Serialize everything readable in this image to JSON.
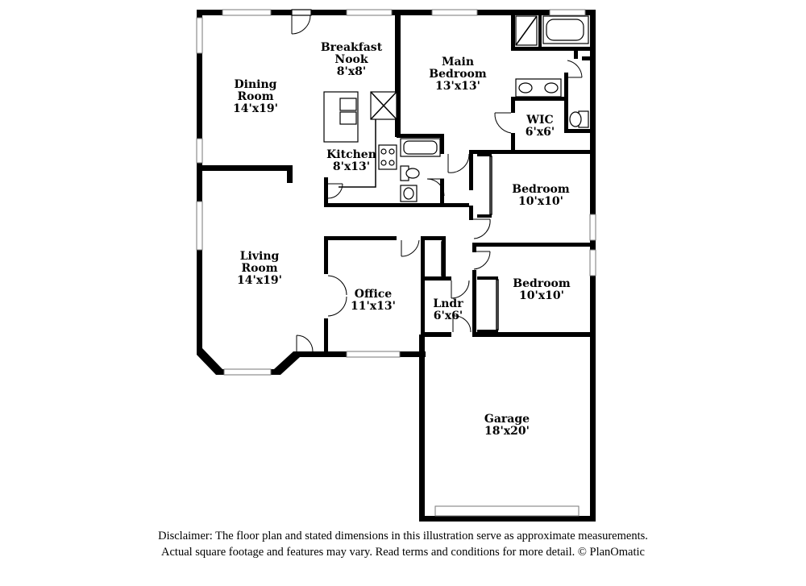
{
  "rooms": [
    {
      "name": "Breakfast",
      "name2": "Nook",
      "size": "8'x8'"
    },
    {
      "name": "Dining",
      "name2": "Room",
      "size": "14'x19'"
    },
    {
      "name": "Main",
      "name2": "Bedroom",
      "size": "13'x13'"
    },
    {
      "name": "Kitchen",
      "name2": "",
      "size": "8'x13'"
    },
    {
      "name": "WIC",
      "name2": "",
      "size": "6'x6'"
    },
    {
      "name": "Bedroom",
      "name2": "",
      "size": "10'x10'"
    },
    {
      "name": "Living",
      "name2": "Room",
      "size": "14'x19'"
    },
    {
      "name": "Office",
      "name2": "",
      "size": "11'x13'"
    },
    {
      "name": "Bedroom",
      "name2": "",
      "size": "10'x10'"
    },
    {
      "name": "Lndr",
      "name2": "",
      "size": "6'x6'"
    },
    {
      "name": "Garage",
      "name2": "",
      "size": "18'x20'"
    }
  ],
  "disclaimer": {
    "line1": "Disclaimer: The floor plan and stated dimensions in this illustration serve as approximate measurements.",
    "line2": "Actual square footage and features may vary. Read terms and conditions for more detail. © PlanOmatic"
  }
}
